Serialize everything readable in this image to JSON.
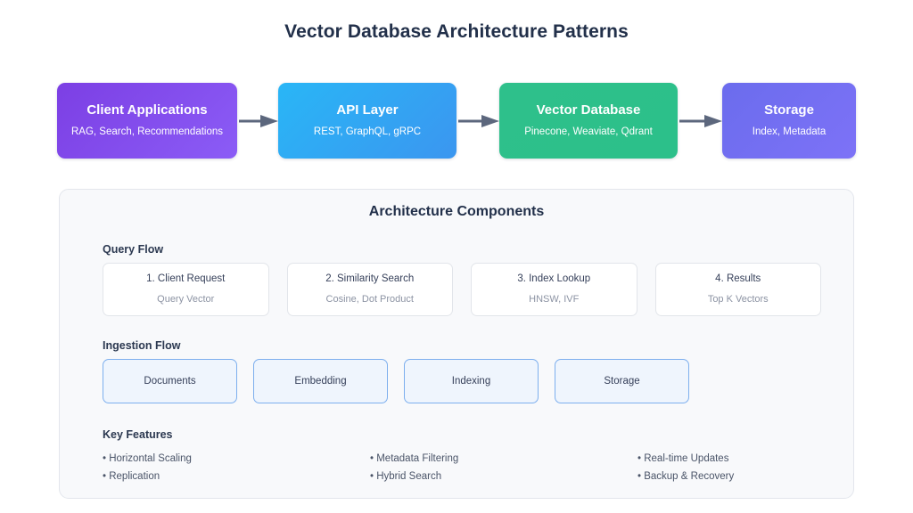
{
  "page": {
    "title": "Vector Database Architecture Patterns"
  },
  "flow": {
    "arrow_color": "#5c677d",
    "boxes": [
      {
        "name": "client-applications",
        "title": "Client Applications",
        "subtitle": "RAG, Search, Recommendations",
        "color_from": "#7c3fe4",
        "color_to": "#8b5cf6"
      },
      {
        "name": "api-layer",
        "title": "API Layer",
        "subtitle": "REST, GraphQL, gRPC",
        "color_from": "#29b6f6",
        "color_to": "#3b96f0"
      },
      {
        "name": "vector-database",
        "title": "Vector Database",
        "subtitle": "Pinecone, Weaviate, Qdrant",
        "color_from": "#2ec08b",
        "color_to": "#2cc08a"
      },
      {
        "name": "storage",
        "title": "Storage",
        "subtitle": "Index, Metadata",
        "color_from": "#6b6ced",
        "color_to": "#7d72f7"
      }
    ]
  },
  "panel": {
    "title": "Architecture Components",
    "query_flow": {
      "label": "Query Flow",
      "cards": [
        {
          "title": "1. Client Request",
          "subtitle": "Query Vector"
        },
        {
          "title": "2. Similarity Search",
          "subtitle": "Cosine, Dot Product"
        },
        {
          "title": "3. Index Lookup",
          "subtitle": "HNSW, IVF"
        },
        {
          "title": "4. Results",
          "subtitle": "Top K Vectors"
        }
      ]
    },
    "ingestion_flow": {
      "label": "Ingestion Flow",
      "cards": [
        {
          "title": "Documents"
        },
        {
          "title": "Embedding"
        },
        {
          "title": "Indexing"
        },
        {
          "title": "Storage"
        }
      ]
    },
    "key_features": {
      "label": "Key Features",
      "columns": [
        {
          "items": [
            "• Horizontal Scaling",
            "• Replication"
          ]
        },
        {
          "items": [
            "• Metadata Filtering",
            "• Hybrid Search"
          ]
        },
        {
          "items": [
            "• Real-time Updates",
            "• Backup & Recovery"
          ]
        }
      ]
    }
  }
}
